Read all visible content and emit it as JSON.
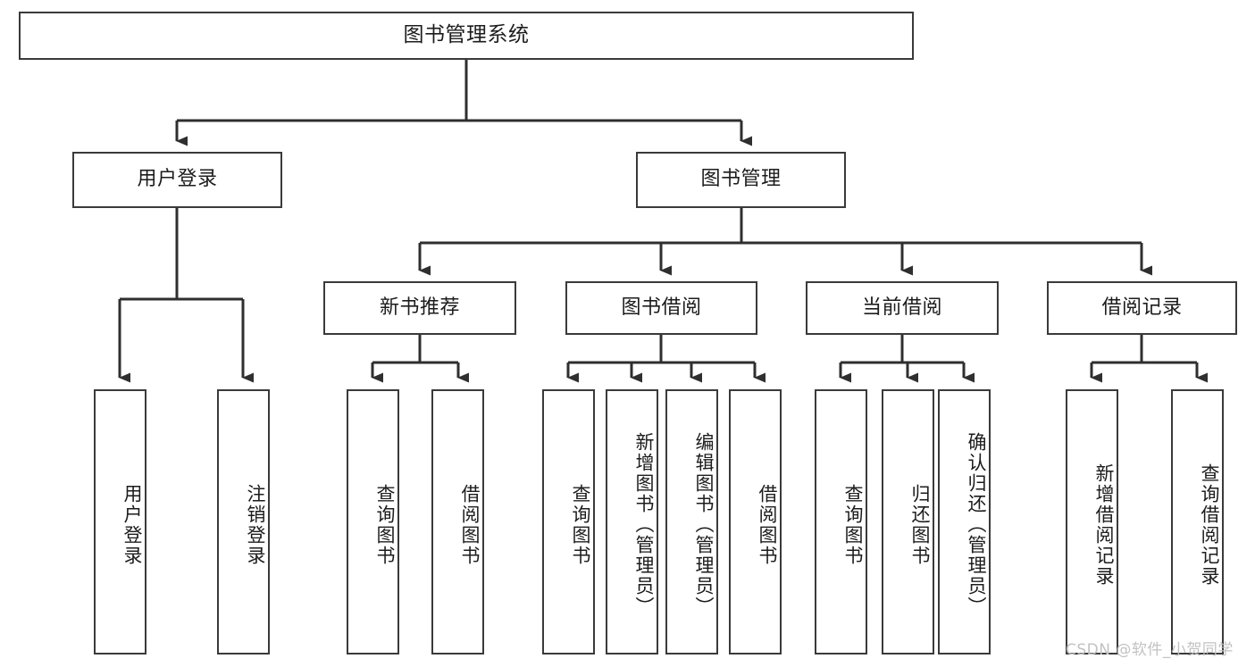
{
  "diagram": {
    "title": "图书管理系统",
    "type": "hierarchy-tree",
    "root": {
      "id": "root",
      "label": "图书管理系统"
    },
    "level2": [
      {
        "id": "user-login",
        "label": "用户登录"
      },
      {
        "id": "book-manage",
        "label": "图书管理"
      }
    ],
    "level3": [
      {
        "id": "new-book-rec",
        "label": "新书推荐",
        "parent": "book-manage"
      },
      {
        "id": "book-borrow",
        "label": "图书借阅",
        "parent": "book-manage"
      },
      {
        "id": "current-borrow",
        "label": "当前借阅",
        "parent": "book-manage"
      },
      {
        "id": "borrow-record",
        "label": "借阅记录",
        "parent": "book-manage"
      }
    ],
    "leaves": [
      {
        "id": "leaf-user-login",
        "label": "用户登录",
        "parent": "user-login"
      },
      {
        "id": "leaf-user-logout",
        "label": "注销登录",
        "parent": "user-login"
      },
      {
        "id": "leaf-query-book-1",
        "label": "查询图书",
        "parent": "new-book-rec"
      },
      {
        "id": "leaf-borrow-book-1",
        "label": "借阅图书",
        "parent": "new-book-rec"
      },
      {
        "id": "leaf-query-book-2",
        "label": "查询图书",
        "parent": "book-borrow"
      },
      {
        "id": "leaf-add-book",
        "label": "新增图书（管理员）",
        "parent": "book-borrow"
      },
      {
        "id": "leaf-edit-book",
        "label": "编辑图书（管理员）",
        "parent": "book-borrow"
      },
      {
        "id": "leaf-borrow-book-2",
        "label": "借阅图书",
        "parent": "book-borrow"
      },
      {
        "id": "leaf-query-book-3",
        "label": "查询图书",
        "parent": "current-borrow"
      },
      {
        "id": "leaf-return-book",
        "label": "归还图书",
        "parent": "current-borrow"
      },
      {
        "id": "leaf-confirm-return",
        "label": "确认归还（管理员）",
        "parent": "current-borrow"
      },
      {
        "id": "leaf-add-record",
        "label": "新增借阅记录",
        "parent": "borrow-record"
      },
      {
        "id": "leaf-query-record",
        "label": "查询借阅记录",
        "parent": "borrow-record"
      }
    ],
    "colors": {
      "stroke": "#3a3a3a",
      "fill": "#ffffff",
      "text": "#1c1c1c",
      "watermark": "#c2c2c2"
    }
  },
  "watermark": {
    "text": "CSDN @软件_小贺同学"
  }
}
